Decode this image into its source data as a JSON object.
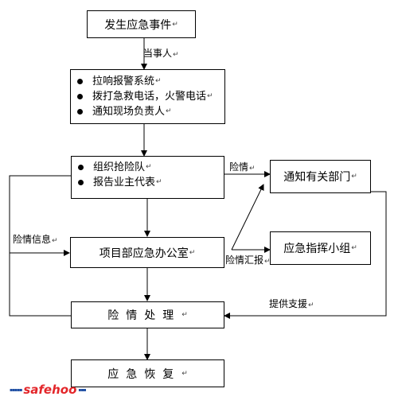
{
  "boxes": {
    "event": "发生应急事件",
    "alarm": [
      "拉响报警系统",
      "拨打急救电话，火警电话",
      "通知现场负责人"
    ],
    "rescue": [
      "组织抢险队",
      "报告业主代表"
    ],
    "notify": "通知有关部门",
    "office": "项目部应急办公室",
    "command": "应急指挥小组",
    "handle": "险情处理",
    "recover": "应急恢复"
  },
  "labels": {
    "party": "当事人",
    "danger": "险情",
    "danger_info": "险情信息",
    "danger_report": "险情汇报",
    "support": "提供支援"
  },
  "watermark": {
    "prefix": "▪▪▪▪▪",
    "brand": "safehoo",
    "suffix": "▪▪▪"
  },
  "colors": {
    "line": "#000000",
    "brand_blue": "#1f4fa3",
    "brand_red": "#e3262a"
  }
}
